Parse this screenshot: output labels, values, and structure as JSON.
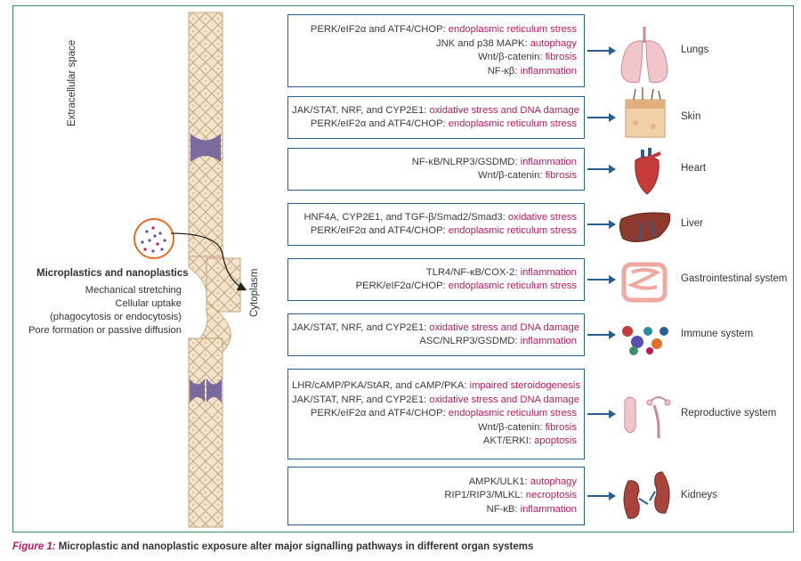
{
  "membrane": {
    "extracellular_label": "Extracellular space",
    "cytoplasm_label": "Cytoplasm"
  },
  "microplastics": {
    "title": "Microplastics and nanoplastics",
    "effects": [
      "Mechanical stretching",
      "Cellular uptake",
      "(phagocytosis or endocytosis)",
      "Pore formation or passive diffusion"
    ]
  },
  "organs": [
    {
      "name": "Lungs",
      "icon": "lungs-icon",
      "pathways": [
        {
          "pathway": "PERK/eIF2α and ATF4/CHOP: ",
          "effect": "endoplasmic reticulum stress"
        },
        {
          "pathway": "JNK and p38 MAPK: ",
          "effect": "autophagy"
        },
        {
          "pathway": "Wnt/β-catenin: ",
          "effect": "fibrosis"
        },
        {
          "pathway": "NF-κβ: ",
          "effect": "inflammation"
        }
      ]
    },
    {
      "name": "Skin",
      "icon": "skin-icon",
      "pathways": [
        {
          "pathway": "JAK/STAT, NRF, and CYP2E1: ",
          "effect": "oxidative stress and DNA damage"
        },
        {
          "pathway": "PERK/eIF2α and ATF4/CHOP: ",
          "effect": "endoplasmic reticulum stress"
        }
      ]
    },
    {
      "name": "Heart",
      "icon": "heart-icon",
      "pathways": [
        {
          "pathway": "NF-κB/NLRP3/GSDMD: ",
          "effect": "inflammation"
        },
        {
          "pathway": "Wnt/β-catenin: ",
          "effect": "fibrosis"
        }
      ]
    },
    {
      "name": "Liver",
      "icon": "liver-icon",
      "pathways": [
        {
          "pathway": "HNF4A, CYP2E1, and TGF-β/Smad2/Smad3: ",
          "effect": "oxidative stress"
        },
        {
          "pathway": "PERK/eIF2α and ATF4/CHOP: ",
          "effect": "endoplasmic reticulum stress"
        }
      ]
    },
    {
      "name": "Gastrointestinal system",
      "icon": "intestine-icon",
      "pathways": [
        {
          "pathway": "TLR4/NF-κB/COX-2: ",
          "effect": "inflammation"
        },
        {
          "pathway": "PERK/eIF2α/CHOP: ",
          "effect": "endoplasmic reticulum stress"
        }
      ]
    },
    {
      "name": "Immune system",
      "icon": "immune-cells-icon",
      "pathways": [
        {
          "pathway": "JAK/STAT, NRF, and CYP2E1: ",
          "effect": "oxidative stress and DNA damage"
        },
        {
          "pathway": "ASC/NLRP3/GSDMD: ",
          "effect": "inflammation"
        }
      ]
    },
    {
      "name": "Reproductive system",
      "icon": "reproductive-organs-icon",
      "pathways": [
        {
          "pathway": "LHR/cAMP/PKA/StAR, and cAMP/PKA: ",
          "effect": "impaired steroidogenesis"
        },
        {
          "pathway": "JAK/STAT, NRF, and CYP2E1: ",
          "effect": "oxidative stress and DNA damage"
        },
        {
          "pathway": "PERK/eIF2α and ATF4/CHOP: ",
          "effect": "endoplasmic reticulum stress"
        },
        {
          "pathway": "Wnt/β-catenin: ",
          "effect": "fibrosis"
        },
        {
          "pathway": "AKT/ERKI: ",
          "effect": "apoptosis"
        }
      ]
    },
    {
      "name": "Kidneys",
      "icon": "kidneys-icon",
      "pathways": [
        {
          "pathway": "AMPK/ULK1: ",
          "effect": "autophagy"
        },
        {
          "pathway": "RIP1/RIP3/MLKL: ",
          "effect": "necroptosis"
        },
        {
          "pathway": "NF-κB: ",
          "effect": "inflammation"
        }
      ]
    }
  ],
  "caption": {
    "figure_label": "Figure 1:",
    "text": " Microplastic and nanoplastic exposure alter major signalling pathways in different organ systems"
  },
  "colors": {
    "frame": "#3a8f6b",
    "box_border": "#2a5d92",
    "effect_text": "#c2185b",
    "membrane_fill": "#f3e4cc",
    "membrane_stroke": "#c7a57c",
    "channel_protein": "#7b6a9e"
  }
}
